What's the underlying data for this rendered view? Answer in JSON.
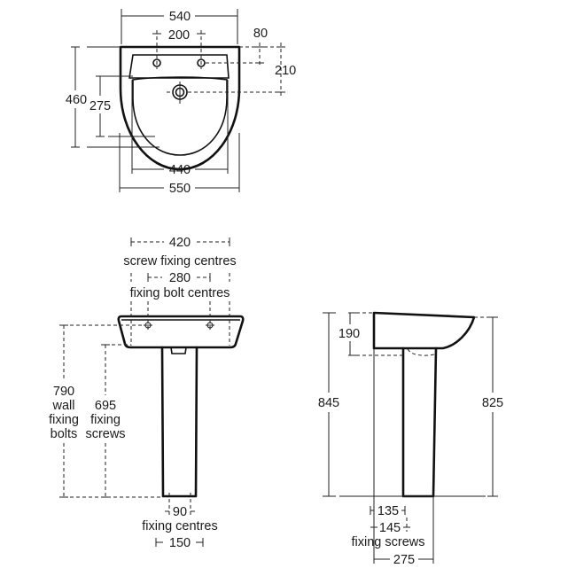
{
  "drawing": {
    "subject": "Washbasin with full pedestal - dimension drawing",
    "units": "mm",
    "views": {
      "plan": {
        "overall_width_top": "540",
        "tap_hole_centres": "200",
        "tap_hole_from_back": "80",
        "waste_from_back": "210",
        "overall_depth": "460",
        "bowl_depth": "275",
        "bowl_width": "440",
        "overall_width": "550"
      },
      "front_elevation": {
        "screw_fixing_centres_value": "420",
        "screw_fixing_centres_label": "screw fixing centres",
        "fixing_bolt_centres_value": "280",
        "fixing_bolt_centres_label": "fixing bolt centres",
        "wall_fixing_bolts_value": "790",
        "wall_fixing_bolts_label_1": "wall",
        "wall_fixing_bolts_label_2": "fixing",
        "wall_fixing_bolts_label_3": "bolts",
        "fixing_screws_value": "695",
        "fixing_screws_label_1": "fixing",
        "fixing_screws_label_2": "screws",
        "pedestal_fixing_centres_value": "90",
        "pedestal_fixing_centres_label": "fixing centres",
        "pedestal_width": "150"
      },
      "side_elevation": {
        "basin_height": "190",
        "overall_height_back": "845",
        "overall_height_front": "825",
        "pedestal_from_wall": "135",
        "fixing_screws_from_wall_value": "145",
        "fixing_screws_label": "fixing screws",
        "pedestal_depth": "275"
      }
    },
    "colors": {
      "line": "#111111",
      "background": "#ffffff"
    }
  }
}
